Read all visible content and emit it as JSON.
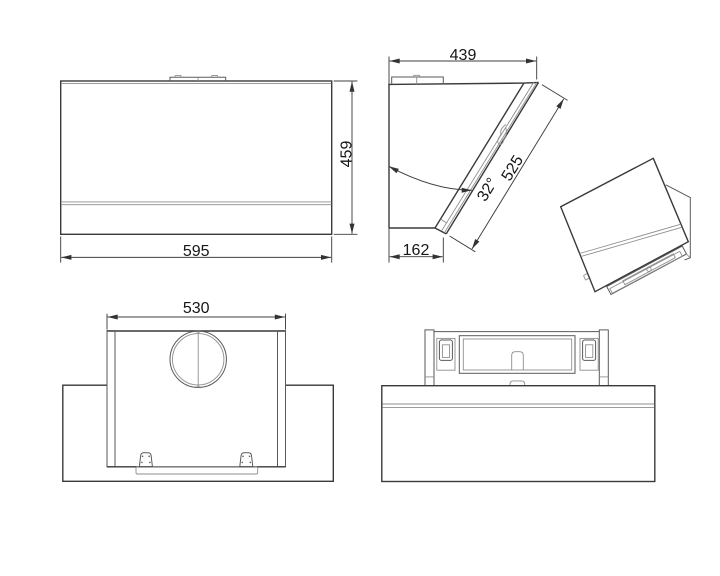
{
  "page": {
    "background": "#ffffff"
  },
  "drawing": {
    "description": "Technical line drawing of an angled wall-mounted cooker hood shown in four orthographic views and one isometric view",
    "line_color": "#3a3a3a",
    "thin_line_color": "#8e8e8e",
    "text_color": "#161616",
    "dimensions": {
      "front_width": "595",
      "front_height": "459",
      "side_top_depth": "439",
      "side_bottom_depth": "162",
      "glass_panel_length": "525",
      "glass_panel_angle": "32°",
      "top_body_width": "530"
    }
  }
}
